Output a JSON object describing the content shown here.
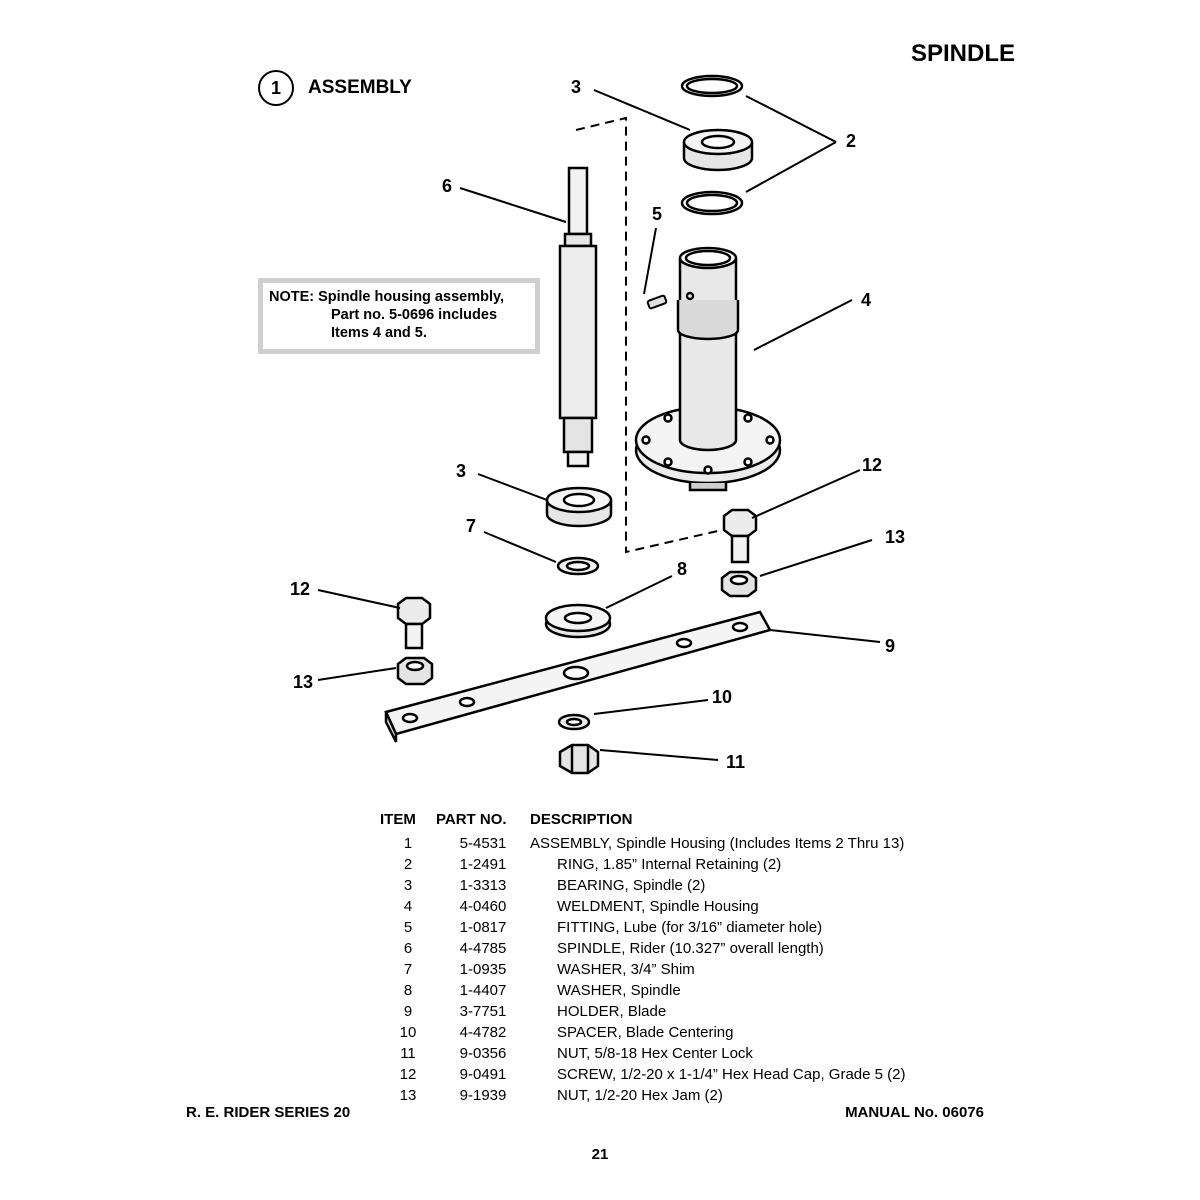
{
  "page": {
    "title": "SPINDLE",
    "assembly_number": "1",
    "assembly_label": "ASSEMBLY",
    "note": {
      "line1": "NOTE: Spindle housing assembly,",
      "line2": "Part no. 5-0696 includes",
      "line3": "Items 4 and 5."
    },
    "callouts": {
      "c2": "2",
      "c3a": "3",
      "c3b": "3",
      "c4": "4",
      "c5": "5",
      "c6": "6",
      "c7": "7",
      "c8": "8",
      "c9": "9",
      "c10": "10",
      "c11": "11",
      "c12a": "12",
      "c12b": "12",
      "c13a": "13",
      "c13b": "13"
    },
    "table": {
      "headers": {
        "item": "ITEM",
        "part": "PART NO.",
        "desc": "DESCRIPTION"
      },
      "rows": [
        {
          "item": "1",
          "part": "5-4531",
          "desc": "ASSEMBLY, Spindle Housing (Includes Items 2 Thru 13)"
        },
        {
          "item": "2",
          "part": "1-2491",
          "desc": "RING, 1.85” Internal Retaining (2)"
        },
        {
          "item": "3",
          "part": "1-3313",
          "desc": "BEARING, Spindle (2)"
        },
        {
          "item": "4",
          "part": "4-0460",
          "desc": "WELDMENT, Spindle Housing"
        },
        {
          "item": "5",
          "part": "1-0817",
          "desc": "FITTING, Lube (for 3/16” diameter hole)"
        },
        {
          "item": "6",
          "part": "4-4785",
          "desc": "SPINDLE, Rider (10.327” overall length)"
        },
        {
          "item": "7",
          "part": "1-0935",
          "desc": "WASHER, 3/4” Shim"
        },
        {
          "item": "8",
          "part": "1-4407",
          "desc": "WASHER, Spindle"
        },
        {
          "item": "9",
          "part": "3-7751",
          "desc": "HOLDER, Blade"
        },
        {
          "item": "10",
          "part": "4-4782",
          "desc": "SPACER, Blade Centering"
        },
        {
          "item": "11",
          "part": "9-0356",
          "desc": "NUT, 5/8-18 Hex Center Lock"
        },
        {
          "item": "12",
          "part": "9-0491",
          "desc": "SCREW, 1/2-20 x 1-1/4” Hex Head Cap, Grade 5 (2)"
        },
        {
          "item": "13",
          "part": "9-1939",
          "desc": "NUT, 1/2-20 Hex Jam (2)"
        }
      ]
    },
    "footer": {
      "left": "R. E. RIDER SERIES 20",
      "right": "MANUAL No. 06076",
      "page_number": "21"
    }
  }
}
